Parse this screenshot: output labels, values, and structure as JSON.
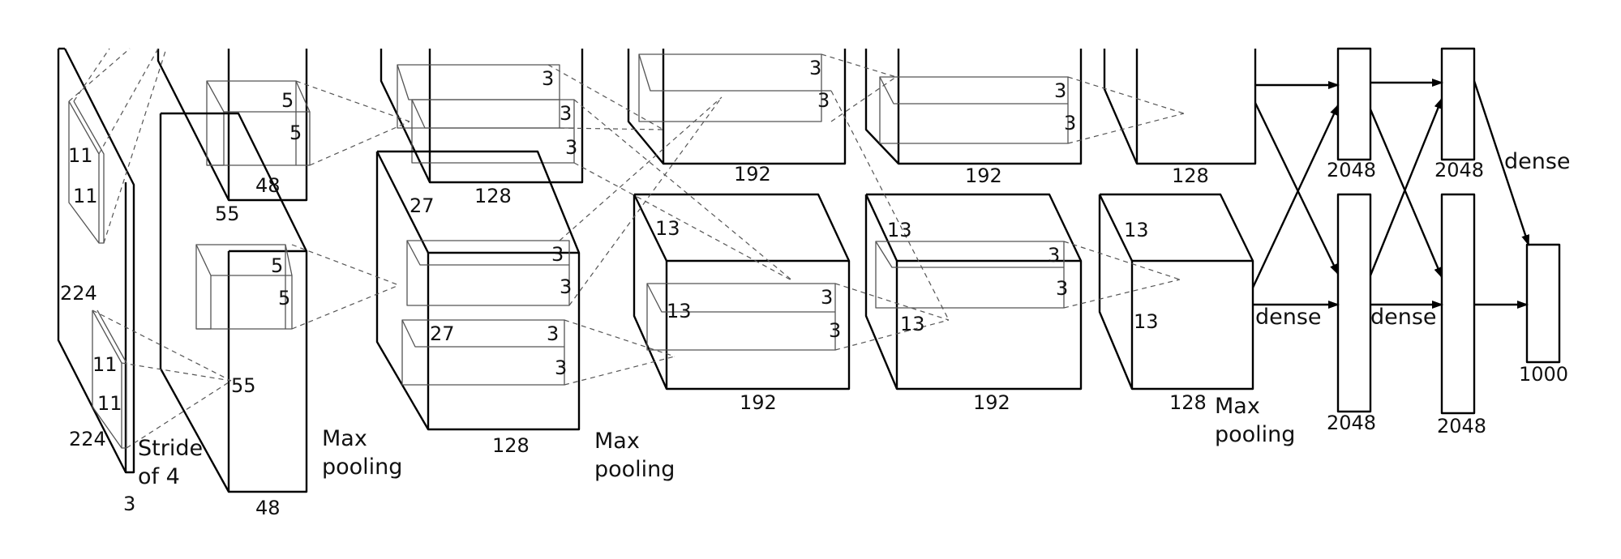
{
  "labels": {
    "in_k1": "11",
    "in_k2": "11",
    "in_k3": "11",
    "in_k4": "11",
    "in_h": "224",
    "in_w": "224",
    "in_c": "3",
    "stride1": "Stride",
    "stride2": "of 4",
    "c1_k1": "5",
    "c1_k2": "5",
    "c1_k3": "5",
    "c1_k4": "5",
    "c1_s1": "55",
    "c1_s2": "55",
    "c1_d": "48",
    "mp1a": "Max",
    "mp1b": "pooling",
    "c2_k1": "3",
    "c2_k2": "3",
    "c2_k3": "3",
    "c2_k4": "3",
    "c2_k5": "3",
    "c2_k6": "3",
    "c2_k7": "3",
    "c2_s": "27",
    "c2_s2": "27",
    "c2_d1": "128",
    "c2_d2": "128",
    "mp2a": "Max",
    "mp2b": "pooling",
    "c3_k1": "3",
    "c3_k2": "3",
    "c3_k3": "3",
    "c3_k4": "3",
    "c3_s1": "13",
    "c3_s2": "13",
    "c3_d1": "192",
    "c3_d2": "192",
    "c4_k1": "3",
    "c4_k2": "3",
    "c4_k3": "3",
    "c4_k4": "3",
    "c4_s1": "13",
    "c4_s2": "13",
    "c4_d1": "192",
    "c4_d2": "192",
    "c5_s1": "13",
    "c5_s2": "13",
    "c5_d1": "128",
    "c5_d2": "128",
    "mp3a": "Max",
    "mp3b": "pooling",
    "fc1_top": "2048",
    "fc1_bot": "2048",
    "fc2_top": "2048",
    "fc2_bot": "2048",
    "dense1": "dense",
    "dense2": "dense",
    "dense3": "dense",
    "out": "1000"
  }
}
